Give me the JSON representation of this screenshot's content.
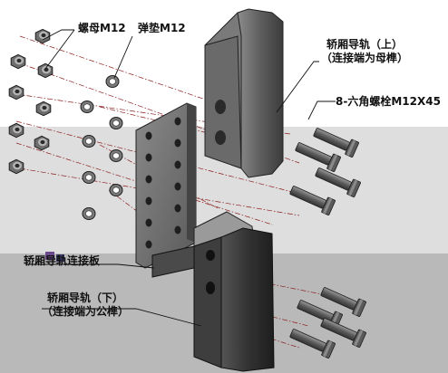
{
  "labels": {
    "nut": "螺母M12",
    "spring_washer": "弹垫M12",
    "upper_rail_line1": "轿厢导轨（上）",
    "upper_rail_line2": "（连接端为母榫）",
    "bolt": "8-六角螺栓M12X45",
    "connecting_plate": "轿厢导轨连接板",
    "lower_rail_line1": "轿厢导轨（下）",
    "lower_rail_line2": "（连接端为公榫）"
  },
  "colors": {
    "band_upper": "#dedede",
    "band_lower": "#b9b9b9",
    "steel_dark": "#4a4a4a",
    "steel_mid": "#6f6f6f",
    "steel_light": "#9a9a9a",
    "dash_line": "#8b1d1d"
  }
}
